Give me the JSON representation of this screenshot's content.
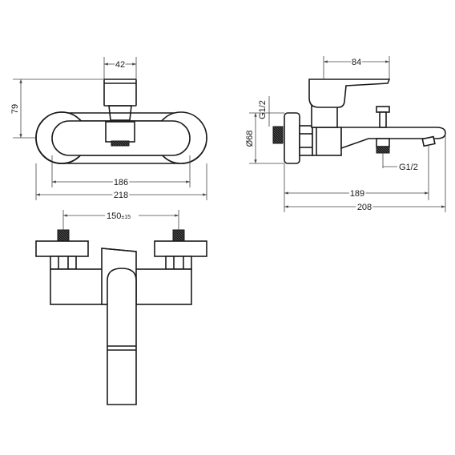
{
  "dimensions": {
    "top_handle_width": "42",
    "top_height": "79",
    "top_inner_width": "186",
    "top_total_width": "218",
    "side_handle_width": "84",
    "side_thread_upper": "G1/2",
    "side_diameter": "Ø68",
    "side_thread_lower": "G1/2",
    "side_spout_length": "189",
    "side_total_length": "208",
    "front_spacing": "150",
    "front_spacing_tolerance": "±15"
  },
  "colors": {
    "line": "#1a1a1a",
    "dimension_line": "#444444",
    "fill": "#ffffff"
  }
}
